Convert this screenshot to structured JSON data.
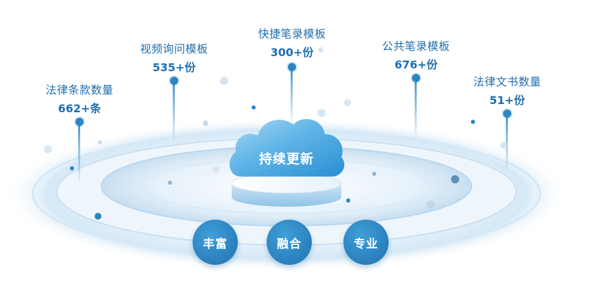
{
  "stats": [
    {
      "label": "法律条款数量",
      "count": "662+条"
    },
    {
      "label": "视频询问模板",
      "count": "535+份"
    },
    {
      "label": "快捷笔录模板",
      "count": "300+份"
    },
    {
      "label": "公共笔录模板",
      "count": "676+份"
    },
    {
      "label": "法律文书数量",
      "count": "51+份"
    }
  ],
  "center": {
    "label": "持续更新"
  },
  "pillars": [
    {
      "label": "丰富"
    },
    {
      "label": "融合"
    },
    {
      "label": "专业"
    }
  ],
  "colors": {
    "accent": "#2d86c4",
    "text": "#1f6fb0",
    "ring": "#cfe3f3",
    "cloud": "#5fb4e6"
  }
}
